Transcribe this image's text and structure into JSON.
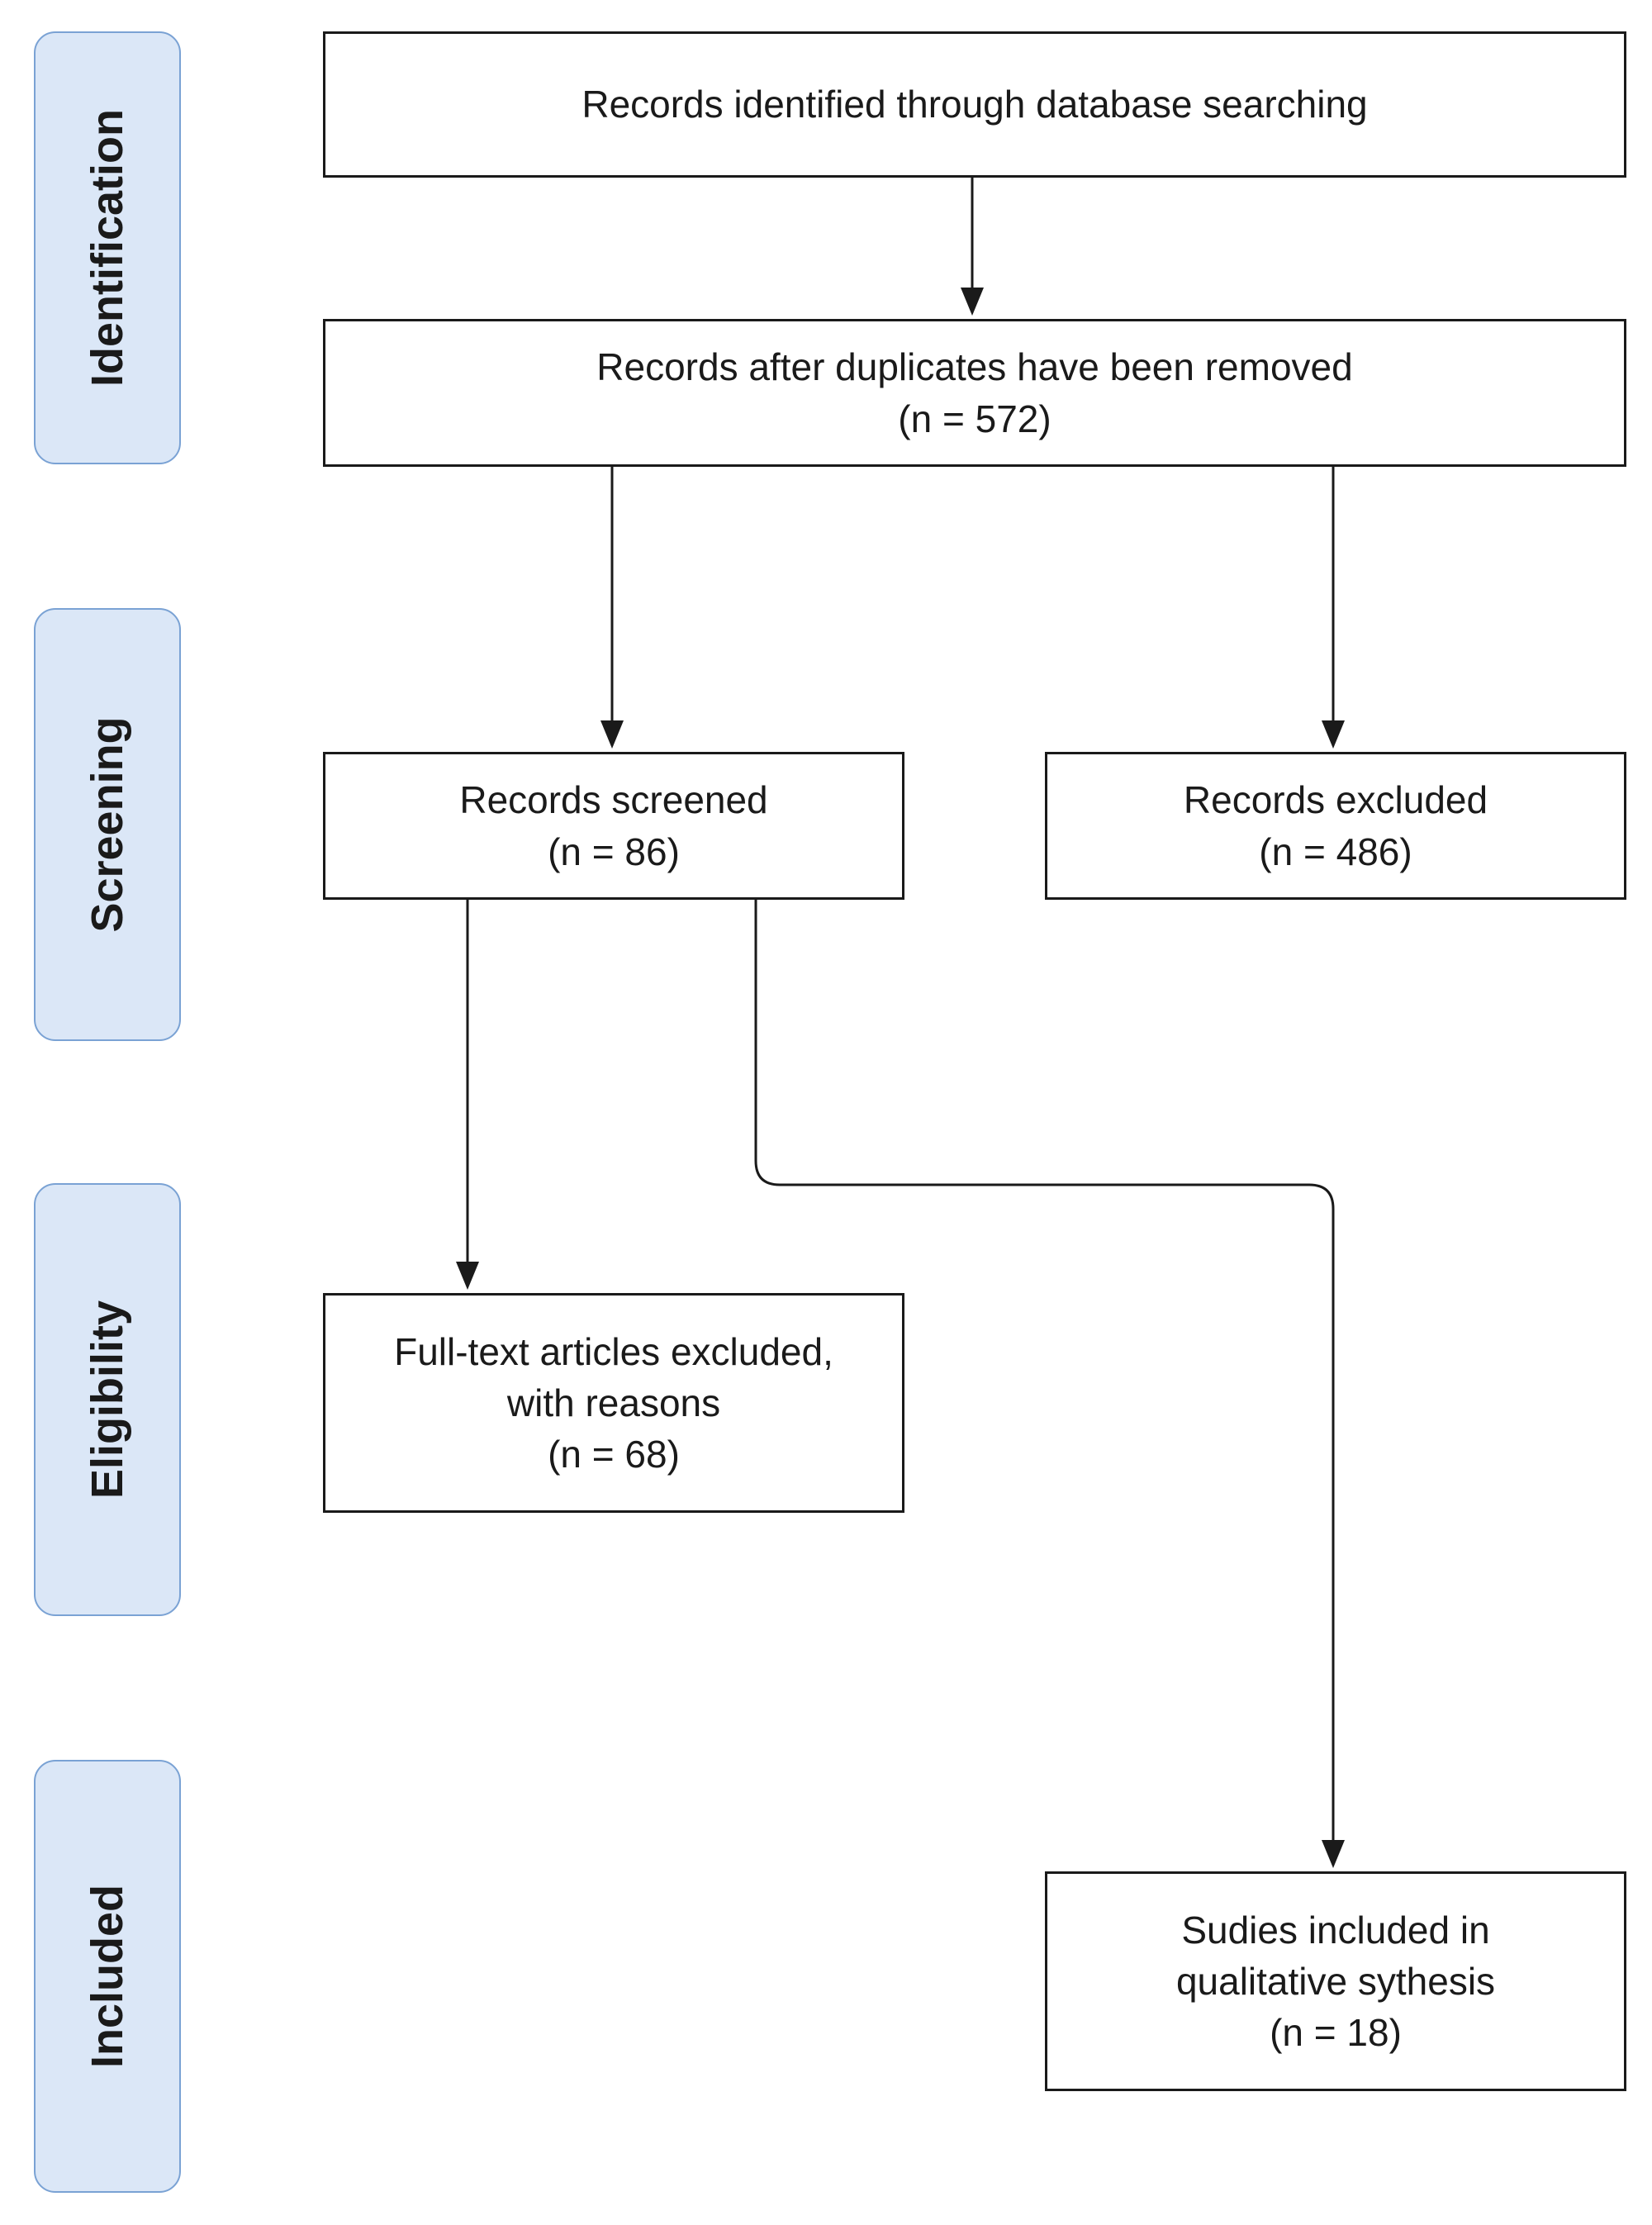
{
  "stages": [
    {
      "id": "identification",
      "label": "Identification"
    },
    {
      "id": "screening",
      "label": "Screening"
    },
    {
      "id": "eligibility",
      "label": "Eligibility"
    },
    {
      "id": "included",
      "label": "Included"
    }
  ],
  "boxes": {
    "identified": {
      "line1": "Records identified through database searching"
    },
    "after_duplicates": {
      "line1": "Records after duplicates have been removed",
      "count": "(n = 572)"
    },
    "screened": {
      "line1": "Records screened",
      "count": "(n = 86)"
    },
    "excluded": {
      "line1": "Records excluded",
      "count": "(n = 486)"
    },
    "fulltext_excluded": {
      "line1": "Full-text articles excluded,",
      "line2": "with reasons",
      "count": "(n = 68)"
    },
    "included": {
      "line1": "Sudies included in",
      "line2": "qualitative sythesis",
      "count": "(n = 18)"
    }
  },
  "colors": {
    "stage_fill": "#dbe7f7",
    "stage_border": "#7aa2d4",
    "box_border": "#1a1a1a",
    "arrow": "#1a1a1a"
  }
}
